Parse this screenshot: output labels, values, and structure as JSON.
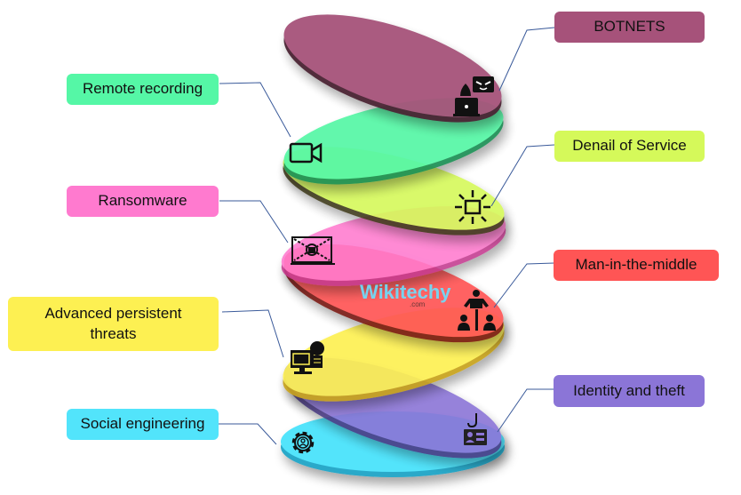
{
  "diagram": {
    "title": "Types of cyber attacks",
    "watermark": {
      "brand": "Wikitechy",
      "suffix": ".com"
    },
    "items": [
      {
        "id": "botnets",
        "label": "BOTNETS",
        "color": "#A6527A",
        "side": "right",
        "icon": "hacker-icon"
      },
      {
        "id": "remote-recording",
        "label": "Remote recording",
        "color": "#55F7A6",
        "side": "left",
        "icon": "video-camera-icon"
      },
      {
        "id": "denial-of-service",
        "label": "Denail of Service",
        "color": "#D5F95A",
        "side": "right",
        "icon": "server-attack-icon"
      },
      {
        "id": "ransomware",
        "label": "Ransomware",
        "color": "#FF7ACF",
        "side": "left",
        "icon": "locked-laptop-icon"
      },
      {
        "id": "man-in-the-middle",
        "label": "Man-in-the-middle",
        "color": "#FF5555",
        "side": "right",
        "icon": "network-people-icon"
      },
      {
        "id": "advanced-persistent-threats",
        "label": "Advanced persistent threats",
        "color": "#FDF052",
        "side": "left",
        "icon": "computer-spy-icon"
      },
      {
        "id": "identity-and-theft",
        "label": "Identity and theft",
        "color": "#8B75D7",
        "side": "right",
        "icon": "id-card-hook-icon"
      },
      {
        "id": "social-engineering",
        "label": "Social engineering",
        "color": "#52E4FB",
        "side": "left",
        "icon": "gear-user-icon"
      }
    ]
  }
}
